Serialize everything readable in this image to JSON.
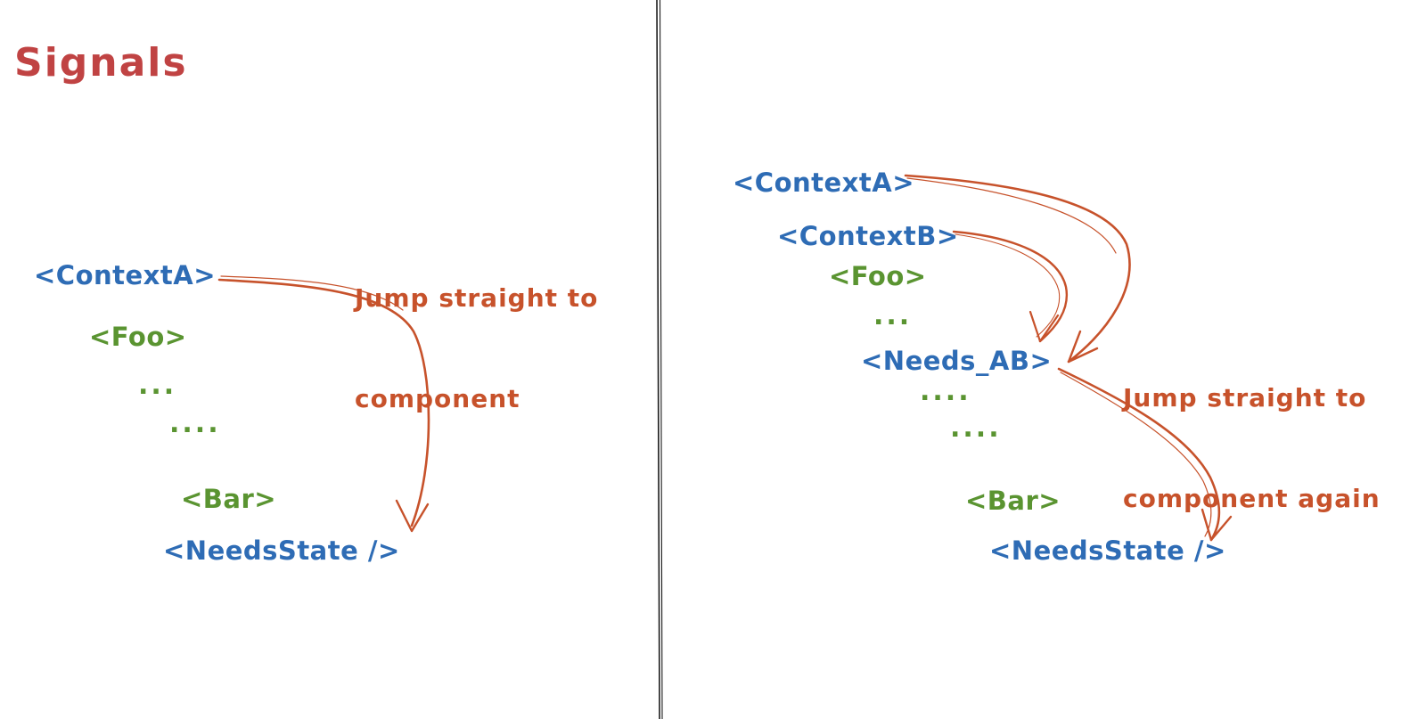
{
  "title": "Signals",
  "colors": {
    "heading_red": "#c04343",
    "tag_blue": "#2e6cb5",
    "tag_green": "#5a9431",
    "arrow_orange": "#c7522b",
    "divider_black": "#1c1c1c"
  },
  "left_panel": {
    "annotation": {
      "line1": "Jump straight to",
      "line2": "component"
    },
    "nodes": {
      "context_a": "<ContextA>",
      "foo": "<Foo>",
      "dots3": "...",
      "dots4": "....",
      "bar": "<Bar>",
      "needs_state": "<NeedsState />"
    }
  },
  "right_panel": {
    "annotation": {
      "line1": "Jump straight to",
      "line2": "component again"
    },
    "nodes": {
      "context_a": "<ContextA>",
      "context_b": "<ContextB>",
      "foo": "<Foo>",
      "dots3": "...",
      "needs_ab": "<Needs_AB>",
      "dots4a": "....",
      "dots4b": "....",
      "bar": "<Bar>",
      "needs_state": "<NeedsState />"
    }
  }
}
